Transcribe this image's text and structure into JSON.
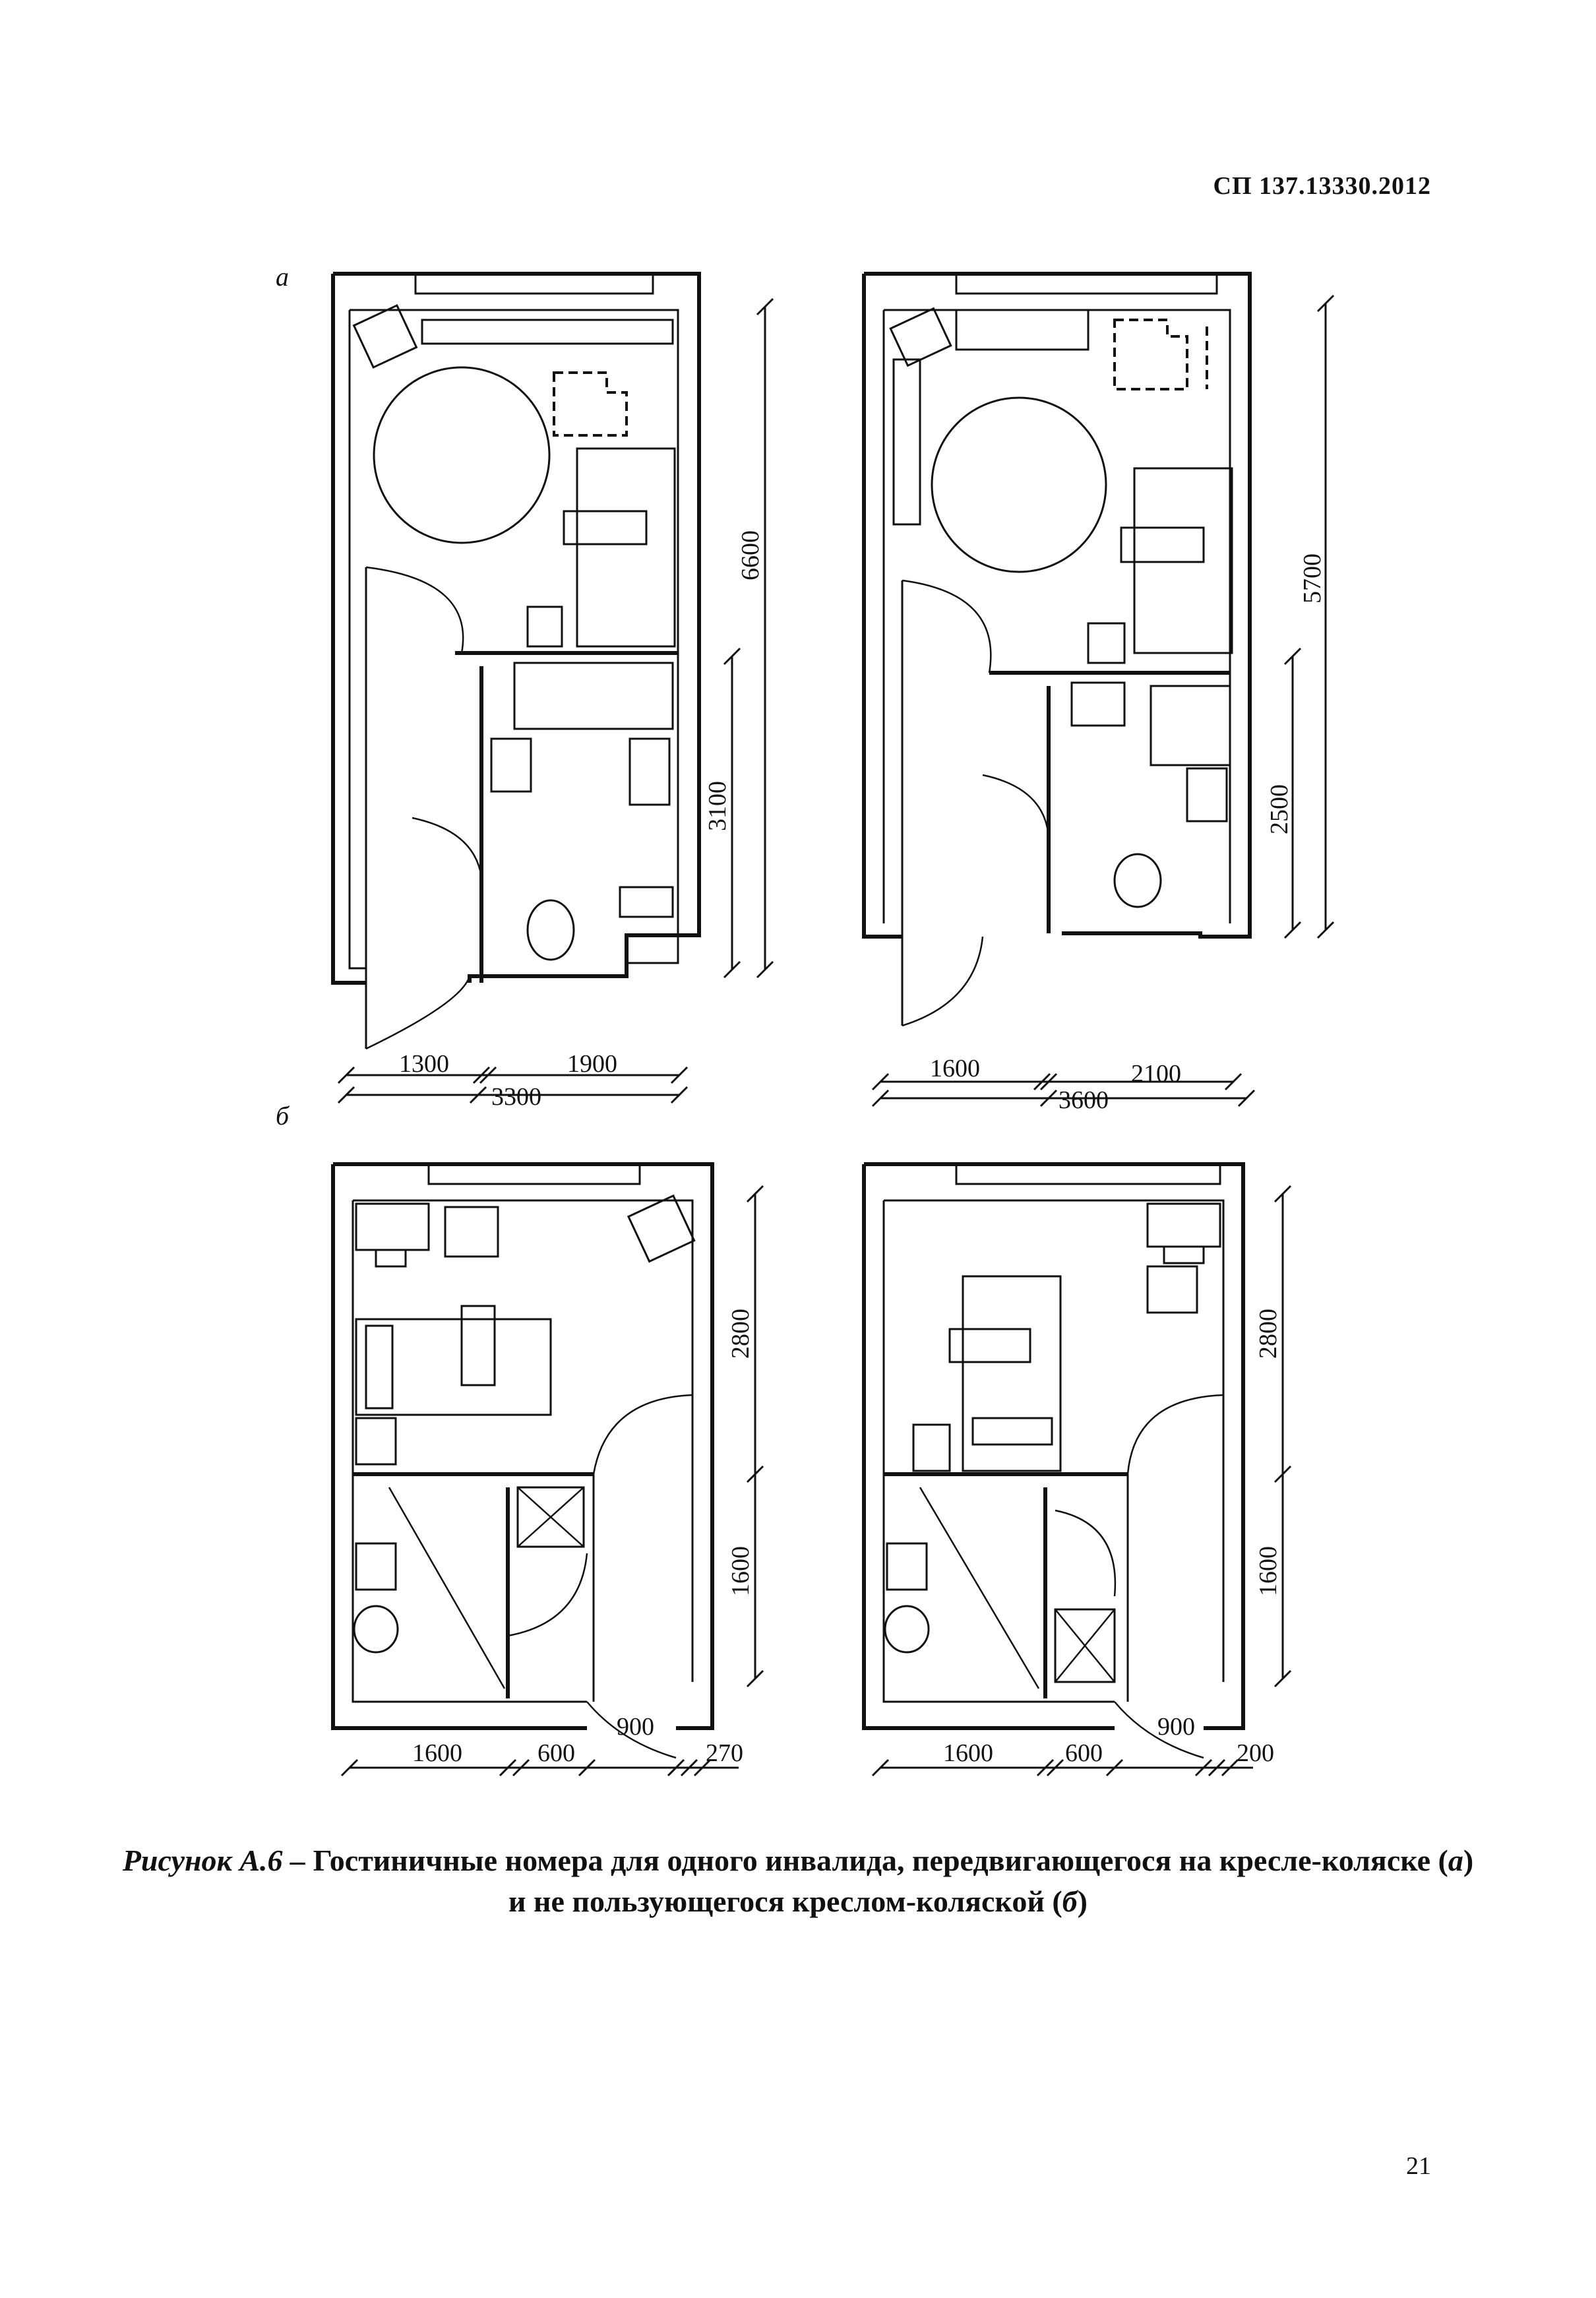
{
  "header": {
    "doc_code": "СП 137.13330.2012"
  },
  "figure": {
    "panel_a_label": "а",
    "panel_b_label": "б",
    "plan_a1": {
      "total_height": "6600",
      "bath_height": "3100",
      "left_width": "1300",
      "right_width": "1900",
      "total_width": "3300"
    },
    "plan_a2": {
      "total_height": "5700",
      "bath_height": "2500",
      "left_width": "1600",
      "right_width": "2100",
      "total_width": "3600"
    },
    "plan_b1": {
      "room_height": "2800",
      "bath_height": "1600",
      "bath_width": "1600",
      "shower_width": "600",
      "door_width": "900",
      "wall_width": "270"
    },
    "plan_b2": {
      "room_height": "2800",
      "bath_height": "1600",
      "bath_width": "1600",
      "shower_width": "600",
      "door_width": "900",
      "wall_width": "200"
    }
  },
  "caption": {
    "lead": "Рисунок А.6 –",
    "text_part1": "Гостиничные номера для одного инвалида, передвигающегося на кресле-коляске (",
    "letter_a": "а",
    "text_part2": ") и не пользующегося креслом-коляской (",
    "letter_b": "б",
    "text_part3": ")"
  },
  "page_number": "21"
}
